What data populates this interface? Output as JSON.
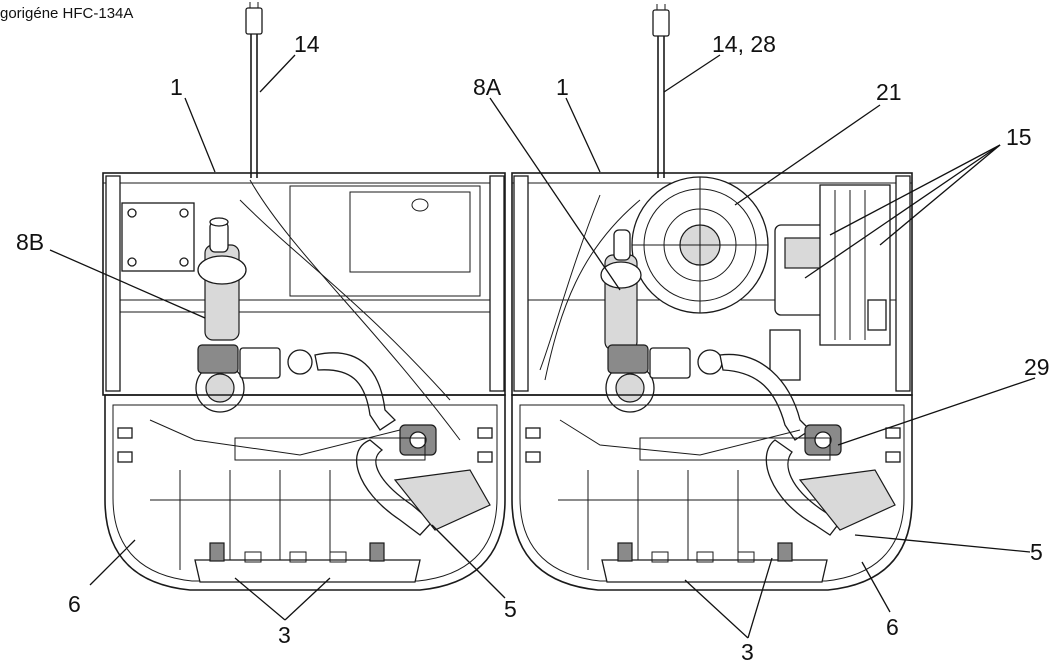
{
  "header": {
    "text": "gorigéne HFC-134A"
  },
  "callouts": {
    "l_14": "14",
    "l_1": "1",
    "l_8b": "8B",
    "l_6": "6",
    "l_3": "3",
    "l_5": "5",
    "r_14_28": "14, 28",
    "r_8a": "8A",
    "r_1": "1",
    "r_21": "21",
    "r_15": "15",
    "r_29": "29",
    "r_5": "5",
    "r_6": "6",
    "r_3": "3"
  }
}
